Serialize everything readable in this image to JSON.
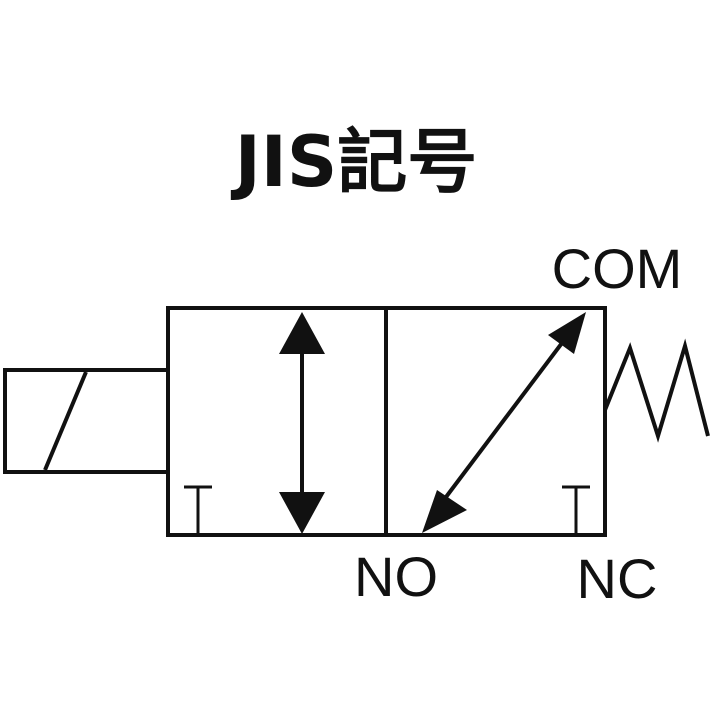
{
  "title": "JIS記号",
  "ports": {
    "com": "COM",
    "no": "NO",
    "nc": "NC"
  },
  "colors": {
    "line": "#111111",
    "background": "#ffffff"
  }
}
